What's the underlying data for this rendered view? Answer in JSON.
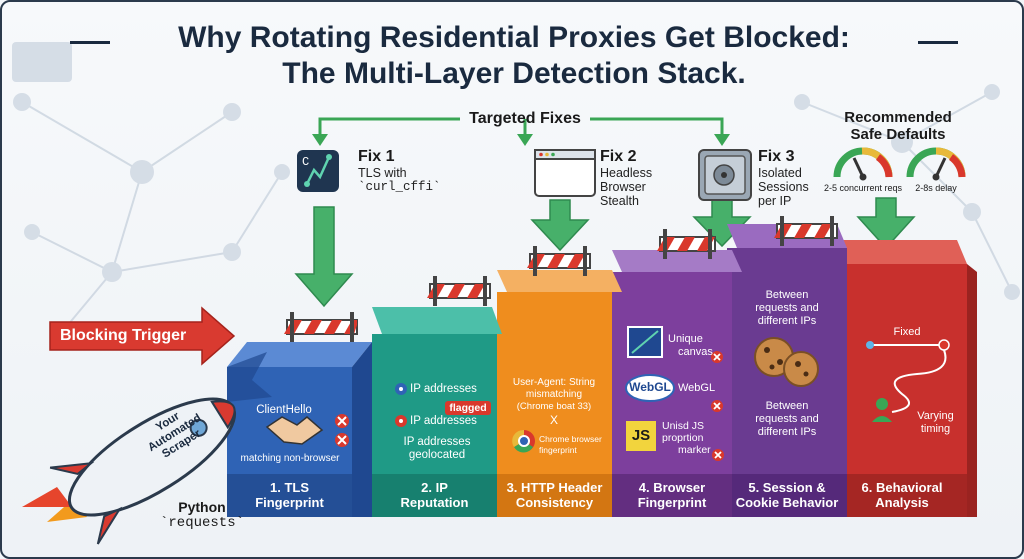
{
  "title": {
    "line1": "Why Rotating Residential Proxies Get Blocked:",
    "line2": "The Multi-Layer Detection Stack."
  },
  "targeted_fixes": "Targeted Fixes",
  "safe_defaults": {
    "title_line1": "Recommended",
    "title_line2": "Safe Defaults",
    "gauge1": "2-5 concurrent reqs",
    "gauge2": "2-8s delay"
  },
  "fixes": [
    {
      "title": "Fix 1",
      "line1": "TLS with",
      "line2": "`curl_cffi`"
    },
    {
      "title": "Fix 2",
      "line1": "Headless",
      "line2": "Browser",
      "line3": "Stealth"
    },
    {
      "title": "Fix 3",
      "line1": "Isolated",
      "line2": "Sessions",
      "line3": "per IP"
    }
  ],
  "trigger": "Blocking Trigger",
  "scraper": {
    "rocket_line1": "Your",
    "rocket_line2": "Automated",
    "rocket_line3": "Scraper",
    "caption1": "Python",
    "caption2": "`requests`"
  },
  "layers": [
    {
      "name_line1": "1. TLS",
      "name_line2": "Fingerprint",
      "color": "#2f63b5",
      "text1": "ClientHello",
      "text2": "matching non-browser"
    },
    {
      "name_line1": "2. IP",
      "name_line2": "Reputation",
      "color": "#1f9a86",
      "text1": "IP addresses",
      "badge": "flagged",
      "text2": "IP addresses",
      "text3": "IP addresses",
      "text4": "geolocated"
    },
    {
      "name_line1": "3. HTTP Header",
      "name_line2": "Consistency",
      "color": "#ef8d1e",
      "text1": "User-Agent: String",
      "text2": "mismatching",
      "text3": "(Chrome boat 33)",
      "text4": "X",
      "text5": "Chrome browser",
      "text6": "fingerprint"
    },
    {
      "name_line1": "4. Browser",
      "name_line2": "Fingerprint",
      "color": "#7d3f9d",
      "text1": "Unique",
      "text2": "canvas",
      "text3": "WebGL",
      "text3b": "WebGL",
      "text4": "Unisd JS",
      "text5": "proprtion",
      "text6": "marker",
      "js": "JS"
    },
    {
      "name_line1": "5. Session &",
      "name_line2": "Cookie Behavior",
      "color": "#6a3b91",
      "text1": "Between",
      "text2": "requests and",
      "text3": "different IPs",
      "text4": "Between",
      "text5": "requests and",
      "text6": "different IPs"
    },
    {
      "name_line1": "6. Behavioral",
      "name_line2": "Analysis",
      "color": "#c8302d",
      "text1": "Fixed",
      "text2": "Varying",
      "text3": "timing"
    }
  ]
}
